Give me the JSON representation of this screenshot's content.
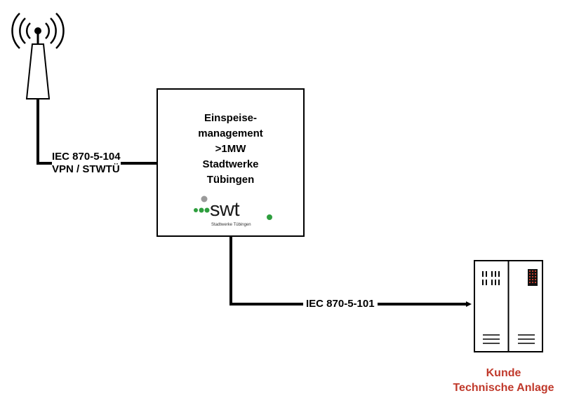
{
  "diagram": {
    "antenna_label_line1": "IEC 870-5-104",
    "antenna_label_line2": "VPN / STWTÜ",
    "central_box_line1": "Einspeise-",
    "central_box_line2": "management",
    "central_box_line3": ">1MW",
    "central_box_line4": "Stadtwerke",
    "central_box_line5": "Tübingen",
    "logo_text": "swt",
    "logo_subtitle": "Stadtwerke Tübingen",
    "link_label": "IEC 870-5-101",
    "customer_line1": "Kunde",
    "customer_line2": "Technische Anlage"
  },
  "colors": {
    "line": "#000000",
    "customer_text": "#c0392b",
    "logo_green": "#2e9e3e",
    "logo_gray": "#9a9a9a",
    "cabinet_led": "#c0392b"
  },
  "icons": {
    "antenna": "radio-tower-icon",
    "cabinet": "control-cabinet-icon"
  }
}
